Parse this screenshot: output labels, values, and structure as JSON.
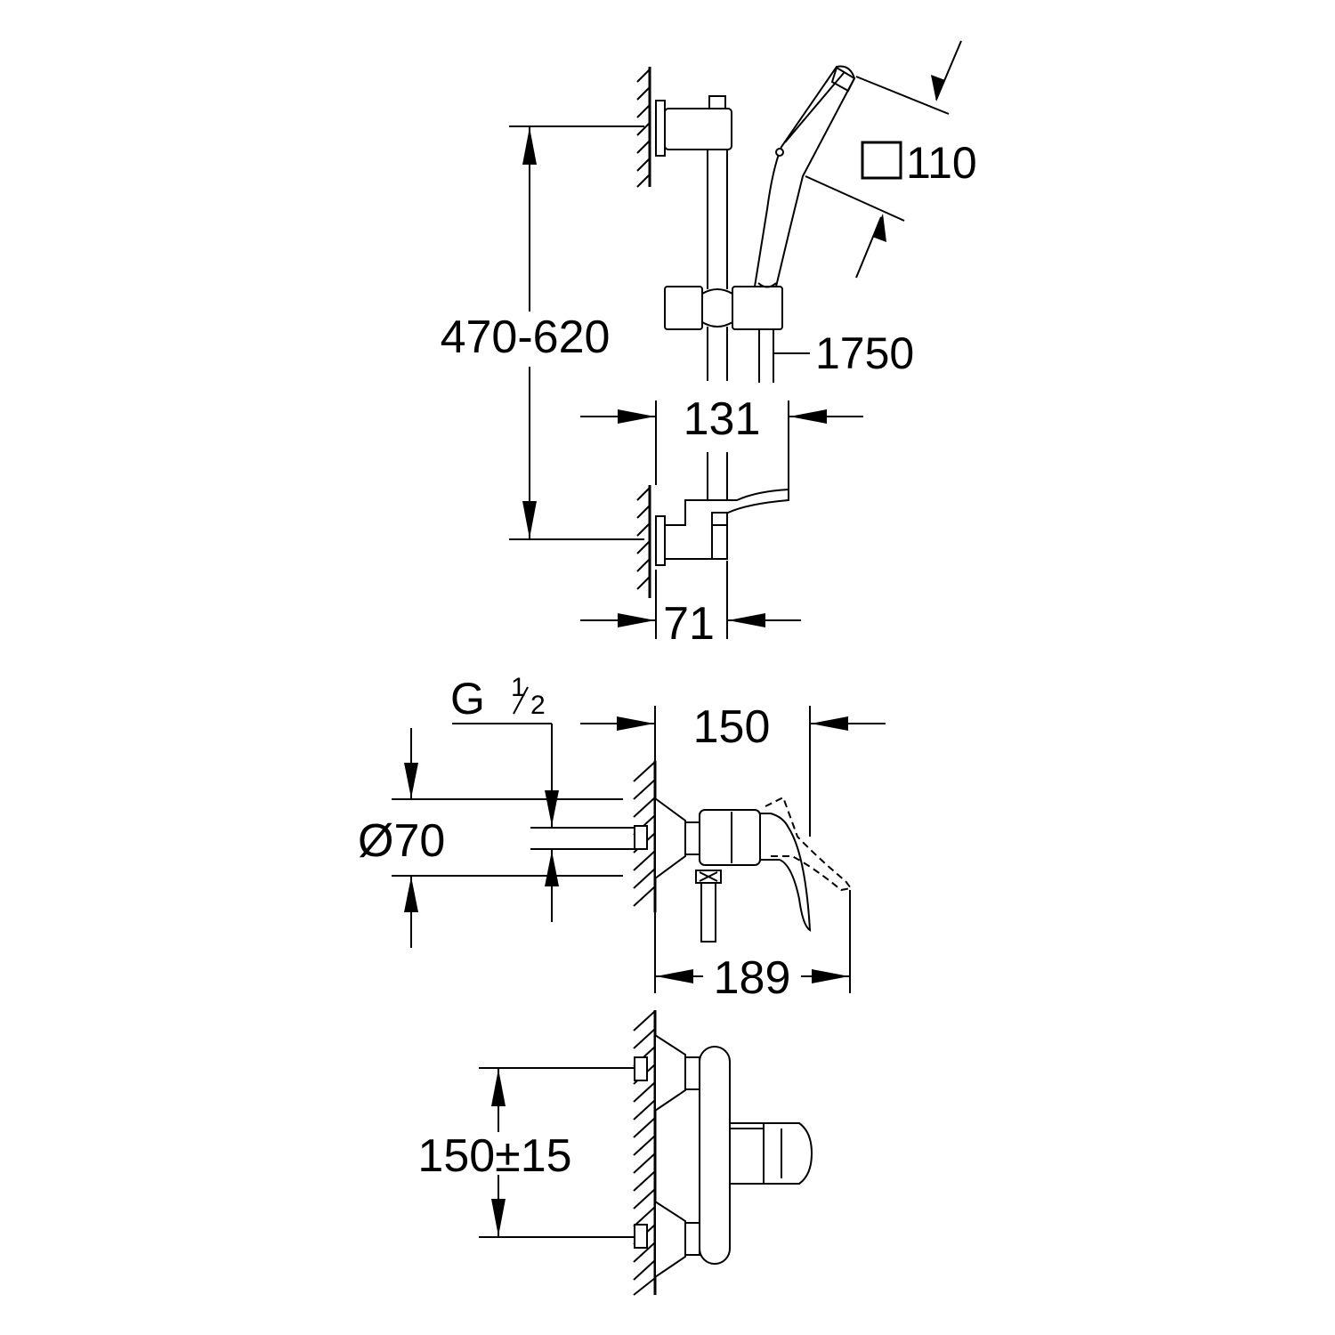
{
  "dimensions": {
    "rail_height": "470-620",
    "handshower_size": "110",
    "hose_length": "1750",
    "holder_projection": "131",
    "wall_mount_depth": "71",
    "thread_size_letter": "G",
    "thread_fraction_num": "1",
    "thread_fraction_den": "2",
    "rosette_diameter": "Ø70",
    "mixer_projection_body": "150",
    "mixer_projection_lever": "189",
    "inlet_spacing": "150±15"
  },
  "colors": {
    "line": "#000000",
    "background": "#ffffff"
  }
}
